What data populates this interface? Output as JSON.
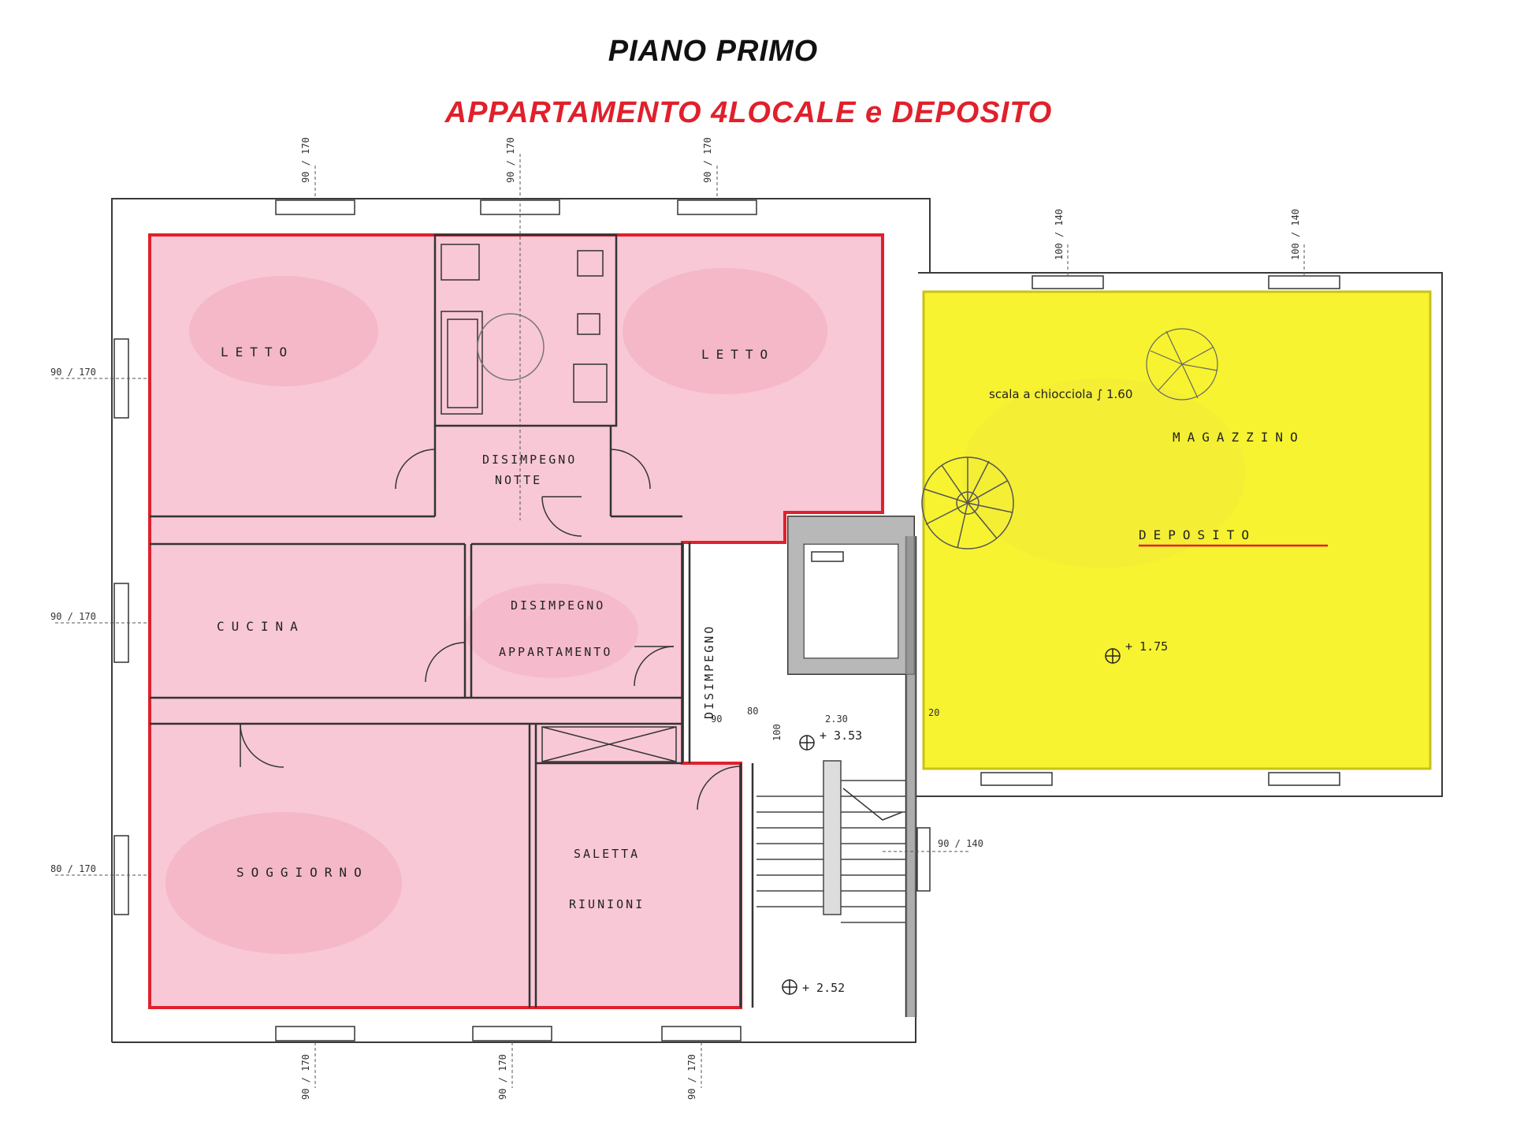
{
  "title": "PIANO PRIMO",
  "subtitle": "APPARTAMENTO 4LOCALE  e DEPOSITO",
  "colors": {
    "apartment_fill": "#f5b6c8",
    "apartment_outline": "#e0202b",
    "deposit_fill": "#f6f21e",
    "walls": "#3a3a3a",
    "title_red": "#e0202b"
  },
  "rooms": {
    "letto_1": "LETTO",
    "letto_2": "LETTO",
    "disimpegno_notte_1": "DISIMPEGNO",
    "disimpegno_notte_2": "NOTTE",
    "cucina": "CUCINA",
    "disimpegno_app_1": "DISIMPEGNO",
    "disimpegno_app_2": "APPARTAMENTO",
    "disimpegno_vert": "DISIMPEGNO",
    "soggiorno": "SOGGIORNO",
    "saletta_1": "SALETTA",
    "saletta_2": "RIUNIONI",
    "magazzino": "MAGAZZINO",
    "deposito": "DEPOSITO"
  },
  "notes": {
    "scala": "scala a chiocciola ∫ 1.60"
  },
  "elevations": {
    "deposito": "+ 1.75",
    "landing": "+ 3.53",
    "stair_bottom": "+ 2.52"
  },
  "dims": {
    "top_1": "90 / 170",
    "top_2": "90 / 170",
    "top_3": "90 / 170",
    "top_4": "100 / 140",
    "top_5": "100 / 140",
    "left_1": "90 / 170",
    "left_2": "90 / 170",
    "left_3": "80 / 170",
    "right_1": "90 / 140",
    "bottom_1": "90 / 170",
    "bottom_2": "90 / 170",
    "bottom_3": "90 / 170",
    "inner_1": "80",
    "inner_2": "2.30",
    "inner_3": "100",
    "inner_4": "90",
    "inner_5": "20"
  }
}
